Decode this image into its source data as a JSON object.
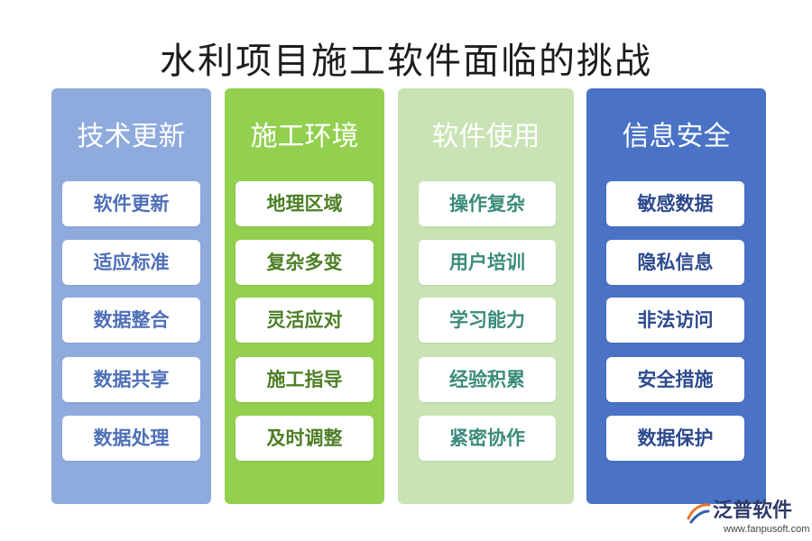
{
  "title": "水利项目施工软件面临的挑战",
  "colors": {
    "col1_bg": "#8faadd",
    "col2_bg": "#93d04f",
    "col3_bg": "#c9e3b4",
    "col4_bg": "#4a73c6"
  },
  "columns": [
    {
      "title": "技术更新",
      "items": [
        "软件更新",
        "适应标准",
        "数据整合",
        "数据共享",
        "数据处理"
      ]
    },
    {
      "title": "施工环境",
      "items": [
        "地理区域",
        "复杂多变",
        "灵活应对",
        "施工指导",
        "及时调整"
      ]
    },
    {
      "title": "软件使用",
      "items": [
        "操作复杂",
        "用户培训",
        "学习能力",
        "经验积累",
        "紧密协作"
      ]
    },
    {
      "title": "信息安全",
      "items": [
        "敏感数据",
        "隐私信息",
        "非法访问",
        "安全措施",
        "数据保护"
      ]
    }
  ],
  "watermark": {
    "name": "泛普软件",
    "url": "www.fanpusoft.com",
    "icon": "fanpu-logo-icon"
  }
}
